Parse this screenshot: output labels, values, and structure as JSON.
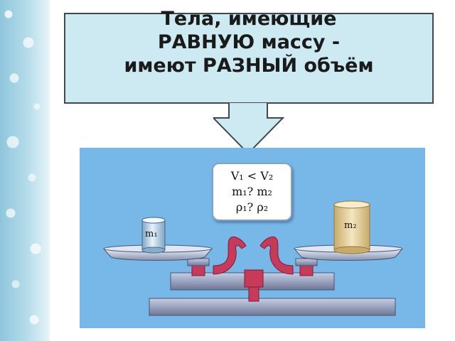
{
  "title": {
    "lines": [
      "Тела, имеющие",
      "РАВНУЮ массу -",
      "имеют РАЗНЫЙ объём"
    ]
  },
  "formula": {
    "lines": [
      "V₁ < V₂",
      "m₁? m₂",
      "ρ₁? ρ₂"
    ]
  },
  "bodies": {
    "left_label": "m₁",
    "right_label": "m₂"
  },
  "colors": {
    "title_fill": "#cde9f2",
    "panel": "#78b8e8",
    "scale_red": "#c83a5a",
    "scale_base": "#8a94b6",
    "cylinder_left": "#a8c8e0",
    "cylinder_right": "#e8d4a0"
  }
}
